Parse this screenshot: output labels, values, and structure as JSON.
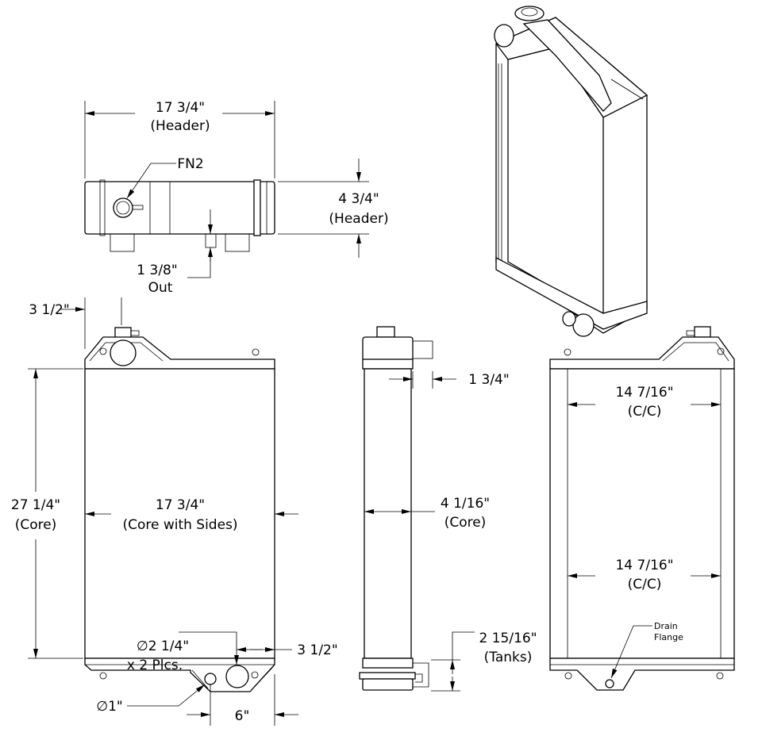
{
  "top_view": {
    "width_value": "17 3/4\"",
    "width_note": "(Header)",
    "callout": "FN2",
    "height_value": "4 3/4\"",
    "height_note": "(Header)",
    "outlet_value": "1 3/8\"",
    "outlet_note": "Out"
  },
  "front_view": {
    "inlet_offset": "3 1/2\"",
    "core_height_value": "27 1/4\"",
    "core_height_note": "(Core)",
    "core_width_value": "17 3/4\"",
    "core_width_note": "(Core with Sides)",
    "port_dia": "∅2 1/4\"",
    "port_qty": "x 2 Plcs.",
    "bottom_offset": "3 1/2\"",
    "small_port_dia": "∅1\"",
    "bottom_spacing": "6\""
  },
  "side_view": {
    "tank_offset": "1 3/4\"",
    "core_depth_value": "4 1/16\"",
    "core_depth_note": "(Core)",
    "tank_value": "2 15/16\"",
    "tank_note": "(Tanks)"
  },
  "back_view": {
    "top_cc_value": "14 7/16\"",
    "top_cc_note": "(C/C)",
    "bottom_cc_value": "14 7/16\"",
    "bottom_cc_note": "(C/C)",
    "drain_line1": "Drain",
    "drain_line2": "Flange"
  }
}
